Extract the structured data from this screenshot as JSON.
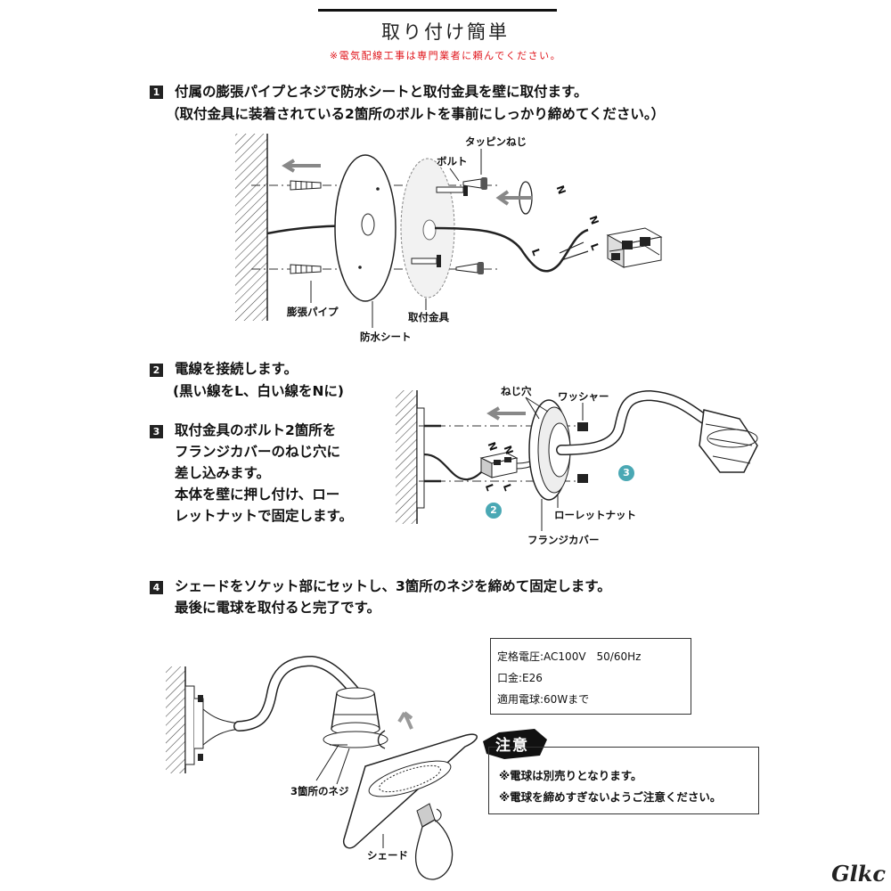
{
  "header": {
    "title": "取り付け簡単",
    "warning": "※電気配線工事は専門業者に頼んでください。"
  },
  "colors": {
    "accent_red": "#e0161c",
    "badge_teal": "#4aa8b4",
    "ink": "#111111"
  },
  "steps": [
    {
      "number": "1",
      "lines": [
        "付属の膨張パイプとネジで防水シートと取付金具を壁に取付ます。",
        "（取付金具に装着されている2箇所のボルトを事前にしっかり締めてください。）"
      ]
    },
    {
      "number": "2",
      "lines": [
        "電線を接続します。",
        "(黒い線をL、白い線をNに)"
      ]
    },
    {
      "number": "3",
      "lines": [
        "取付金具のボルト2箇所を",
        "フランジカバーのねじ穴に",
        "差し込みます。",
        "本体を壁に押し付け、ロー",
        "レットナットで固定します。"
      ]
    },
    {
      "number": "4",
      "lines": [
        "シェードをソケット部にセットし、3箇所のネジを締めて固定します。",
        "最後に電球を取付ると完了です。"
      ]
    }
  ],
  "diagram1": {
    "labels": {
      "tapping_screw": "タッピンねじ",
      "bolt": "ボルト",
      "expansion_pipe": "膨張パイプ",
      "mounting_bracket": "取付金具",
      "waterproof_sheet": "防水シート",
      "wire_n": "N",
      "wire_l": "L"
    }
  },
  "diagram2": {
    "labels": {
      "screw_hole": "ねじ穴",
      "washer": "ワッシャー",
      "knurled_nut": "ローレットナット",
      "flange_cover": "フランジカバー",
      "badge_2": "2",
      "badge_3": "3",
      "wire_n": "N",
      "wire_l": "L"
    }
  },
  "diagram3": {
    "labels": {
      "three_screws": "3箇所のネジ",
      "shade": "シェード"
    }
  },
  "specs": [
    "定格電圧:AC100V　50/60Hz",
    "口金:E26",
    "適用電球:60Wまで"
  ],
  "caution": {
    "badge": "注意",
    "items": [
      "※電球は別売りとなります。",
      "※電球を締めすぎないようご注意ください。"
    ]
  },
  "brand": "Glkc"
}
